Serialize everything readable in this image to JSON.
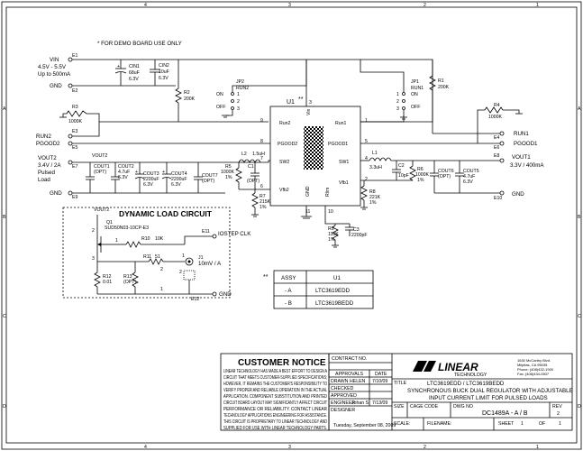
{
  "border": {
    "col_markers_top": [
      "4",
      "3",
      "2",
      "1"
    ],
    "col_markers_bottom": [
      "4",
      "3",
      "2",
      "1"
    ],
    "row_markers_left": [
      "A",
      "B",
      "C",
      "D"
    ],
    "row_markers_right": [
      "A",
      "B",
      "C",
      "D"
    ]
  },
  "note_demo": "* FOR DEMO BOARD USE ONLY",
  "power": {
    "vin": {
      "label": "VIN",
      "node": "E1",
      "spec1": "4.5V - 5.5V",
      "spec2": "Up to 500mA"
    },
    "gnd_in": {
      "label": "GND",
      "node": "E2"
    },
    "cin1": {
      "ref": "CIN1",
      "value": "68uF",
      "volt": "6.3V"
    },
    "cin2": {
      "ref": "CIN2",
      "value": "10uF",
      "volt": "6.3V"
    },
    "r2": {
      "ref": "R2",
      "value": "200K"
    },
    "r1": {
      "ref": "R1",
      "value": "200K"
    },
    "jp2": {
      "ref": "JP2",
      "name": "RUN2",
      "on": "ON",
      "off": "OFF",
      "pins": [
        "1",
        "2",
        "3"
      ]
    },
    "jp1": {
      "ref": "JP1",
      "name": "RUN1",
      "on": "ON",
      "off": "OFF",
      "pins": [
        "1",
        "2",
        "3"
      ]
    },
    "r3": {
      "ref": "R3",
      "value": "1000K"
    },
    "r4": {
      "ref": "R4",
      "value": "1000K"
    }
  },
  "u1": {
    "ref": "U1",
    "stars": "**",
    "pins_left": [
      {
        "name": "Run2",
        "num": "9"
      },
      {
        "name": "PGOOD2",
        "num": "8"
      },
      {
        "name": "SW2",
        "num": "7"
      },
      {
        "name": "Vfb2",
        "num": "6"
      }
    ],
    "pins_right": [
      {
        "name": "Run1",
        "num": "1"
      },
      {
        "name": "PGOOD1",
        "num": "5"
      },
      {
        "name": "SW1",
        "num": "4"
      },
      {
        "name": "Vfb1",
        "num": "2"
      }
    ],
    "pin_vin": {
      "name": "Vin",
      "num": "3"
    },
    "pin_gnd": {
      "name": "GND",
      "num": "11"
    },
    "pin_rlim": {
      "name": "Rlim",
      "num": "10"
    }
  },
  "left_out": {
    "run2": {
      "label": "RUN2",
      "node": "E3"
    },
    "pgood2": {
      "label": "PGOOD2",
      "node": "E5"
    },
    "vout2": {
      "label": "VOUT2",
      "node": "E7",
      "spec1": "3.4V / 2A",
      "spec2": "Pulsed",
      "spec3": "Load"
    },
    "gnd": {
      "label": "GND",
      "node": "E9"
    },
    "vout2_net": "VOUT2",
    "cout1": {
      "ref": "COUT1",
      "value": "(OPT)"
    },
    "cout2": {
      "ref": "COUT2",
      "value": "4.7uF",
      "volt": "6.3V"
    },
    "cout3": {
      "ref": "COUT3",
      "value": "2200uF",
      "volt": "6.3V"
    },
    "cout4": {
      "ref": "COUT4",
      "value": "2200uF",
      "volt": "6.3V"
    },
    "cout7": {
      "ref": "COUT7",
      "value": "(OPT)"
    },
    "l2": {
      "ref": "L2",
      "value": "1.5uH"
    },
    "r5": {
      "ref": "R5",
      "value": "1000K",
      "tol": "1%"
    },
    "c1": {
      "ref": "C1",
      "value": "(OPT)"
    },
    "r7": {
      "ref": "R7",
      "value": "215K",
      "tol": "1%"
    }
  },
  "right_out": {
    "run1": {
      "label": "RUN1",
      "node": "E4"
    },
    "pgood1": {
      "label": "PGOOD1",
      "node": "E6"
    },
    "vout1": {
      "label": "VOUT1",
      "node": "E8",
      "spec": "3.3V / 400mA"
    },
    "gnd": {
      "label": "GND",
      "node": "E10"
    },
    "l1": {
      "ref": "L1",
      "value": "3.3uH"
    },
    "c2": {
      "ref": "C2",
      "value": "10pF"
    },
    "r6": {
      "ref": "R6",
      "value": "1000K",
      "tol": "1%"
    },
    "r8": {
      "ref": "R8",
      "value": "221K",
      "tol": "1%"
    },
    "cout6": {
      "ref": "COUT6",
      "value": "(OPT)"
    },
    "cout5": {
      "ref": "COUT5",
      "value": "4.7uF",
      "volt": "6.3V"
    },
    "r9": {
      "ref": "R9",
      "value": "110K",
      "tol": "1%"
    },
    "c3": {
      "ref": "C3",
      "value": "2200pF"
    }
  },
  "load": {
    "title": "DYNAMIC LOAD CIRCUIT",
    "vout2": "VOUT2",
    "q1": {
      "ref": "Q1",
      "part": "SUD50N03-10CP-E3"
    },
    "r10": {
      "ref": "R10",
      "value": "10K"
    },
    "e11": {
      "node": "E11",
      "label": "IOSTEP CLK"
    },
    "r11": {
      "ref": "R11",
      "value": "51"
    },
    "j1": {
      "ref": "J1",
      "label": "10mV / A",
      "pins": [
        "1",
        "2"
      ]
    },
    "r12": {
      "ref": "R12",
      "value": "0.01"
    },
    "r13": {
      "ref": "R13",
      "value": "(OPT)"
    },
    "e12": {
      "node": "E12",
      "label": "GND"
    },
    "nums": [
      "2",
      "3",
      "1",
      "2",
      "1"
    ]
  },
  "assy_table": {
    "stars": "**",
    "headers": [
      "ASSY",
      "U1"
    ],
    "rows": [
      {
        "assy": "- A",
        "u1": "LTC3619EDD"
      },
      {
        "assy": "- B",
        "u1": "LTC3619BEDD"
      }
    ]
  },
  "notice": {
    "title": "CUSTOMER NOTICE",
    "lines": [
      "LINEAR TECHNOLOGY HAS MADE A BEST EFFORT TO DESIGN A",
      "CIRCUIT THAT MEETS CUSTOMER-SUPPLIED SPECIFICATIONS;",
      "HOWEVER, IT REMAINS THE CUSTOMER'S RESPONSIBILITY TO",
      "VERIFY PROPER AND RELIABLE OPERATION IN THE ACTUAL",
      "APPLICATION. COMPONENT SUBSTITUTION AND PRINTED",
      "CIRCUIT BOARD LAYOUT MAY SIGNIFICANTLY AFFECT CIRCUIT",
      "PERFORMANCE OR RELIABILITY. CONTACT LINEAR",
      "TECHNOLOGY APPLICATIONS ENGINEERING FOR ASSISTANCE.",
      "THIS CIRCUIT IS PROPRIETARY TO LINEAR TECHNOLOGY AND",
      "SUPPLIED FOR USE WITH LINEAR TECHNOLOGY PARTS."
    ]
  },
  "title_block": {
    "contract_no": "CONTRACT NO.",
    "approvals": "APPROVALS",
    "date": "DATE",
    "drawn_label": "DRAWN",
    "drawn_name": "HELEN",
    "drawn_date": "7/10/09",
    "checked": "CHECKED",
    "approved": "APPROVED",
    "engineer_label": "ENGINEER",
    "engineer_name": "Johan S.",
    "engineer_date": "7/13/09",
    "designer": "DESIGNER",
    "date_printed": "Tuesday, September 08, 2009",
    "logo": "LINEAR",
    "logo_sub": "TECHNOLOGY",
    "address": [
      "1630 McCarthy Blvd.",
      "Milpitas, CA 95035",
      "Phone: (408)432-1900",
      "Fax: (408)434-0507"
    ],
    "title_label": "TITLE",
    "title_line1": "LTC3619EDD / LTC3619BEDD",
    "title_line2": "SYNCHRONOUS BUCK DUAL REGULATOR WITH ADJUSTABLE",
    "title_line3": "INPUT CURRENT LIMIT FOR PULSED LOADS",
    "size": "SIZE",
    "cage_code": "CAGE CODE",
    "dwg_no": "DWG NO",
    "dwg_val": "DC1489A - A / B",
    "rev": "REV",
    "rev_val": "2",
    "scale": "SCALE:",
    "filename": "FILENAME:",
    "sheet": "SHEET",
    "sheet_val": "1",
    "of": "OF",
    "of_val": "1"
  }
}
